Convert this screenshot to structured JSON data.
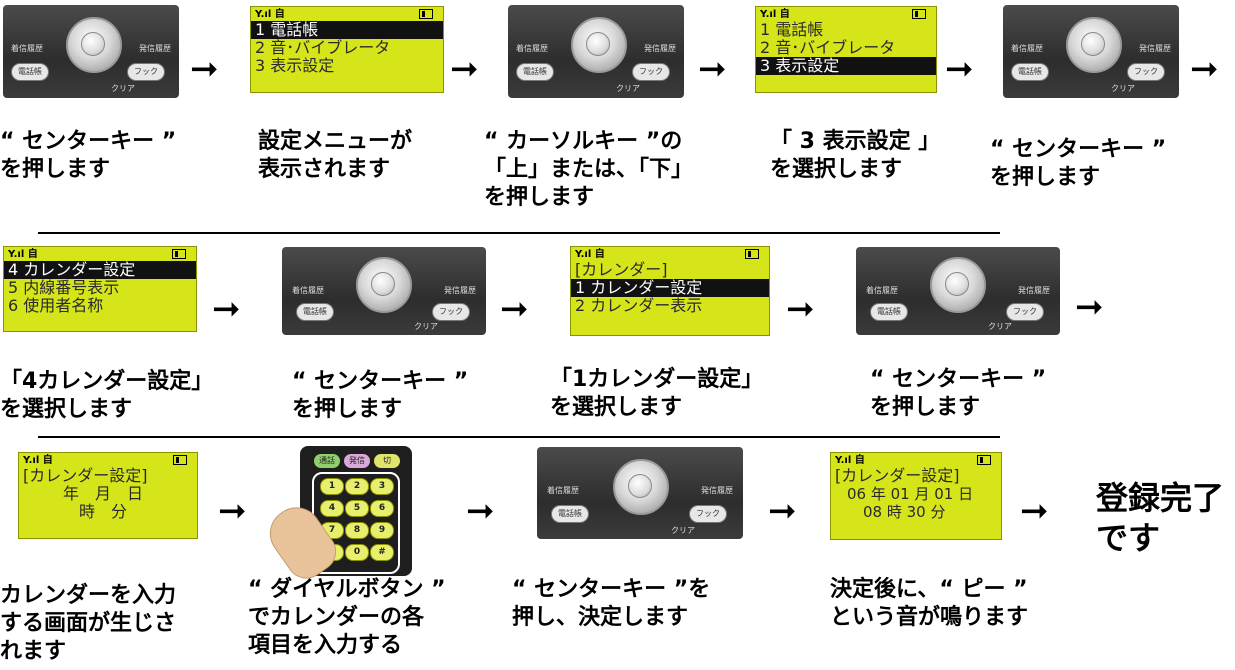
{
  "status_icons": {
    "signal": "Y.ıl 自",
    "battery": "battery-icon"
  },
  "screens": {
    "menu1": [
      "1 電話帳",
      "2 音･バイブレータ",
      "3 表示設定"
    ],
    "menu2": [
      "4 カレンダー設定",
      "5 内線番号表示",
      "6 使用者名称"
    ],
    "calendar_menu": [
      "[カレンダー]",
      "1 カレンダー設定",
      "2 カレンダー表示"
    ],
    "calendar_input": {
      "header": "[カレンダー設定]",
      "line1": "年　月　日",
      "line2": "時　分"
    },
    "calendar_done": {
      "header": "[カレンダー設定]",
      "line1": "06 年 01 月 01 日",
      "line2": "08 時 30 分"
    }
  },
  "phone_labels": {
    "left": "着信履歴",
    "right": "発信履歴",
    "phonebook": "電話帳",
    "hook": "フック",
    "clear": "クリア"
  },
  "dialpad": {
    "top_keys": [
      "通話",
      "発信",
      "切"
    ],
    "keys": [
      "1",
      "2",
      "3",
      "4",
      "5",
      "6",
      "7",
      "8",
      "9",
      "*",
      "0",
      "#"
    ]
  },
  "arrow_symbol": "➞",
  "captions": {
    "row1": [
      [
        "“ センターキー ”",
        "を押します"
      ],
      [
        "設定メニューが",
        "表示されます"
      ],
      [
        "“ カーソルキー ”の",
        "「上」または、「下」",
        "を押します"
      ],
      [
        "「 3 表示設定 」",
        "を選択します"
      ],
      [
        "“ センターキー ”",
        "を押します"
      ]
    ],
    "row2": [
      [
        "「4カレンダー設定」",
        "を選択します"
      ],
      [
        "“ センターキー ”",
        "を押します"
      ],
      [
        "「1カレンダー設定」",
        "を選択します"
      ],
      [
        "“ センターキー ”",
        "を押します"
      ]
    ],
    "row3": [
      [
        "カレンダーを入力",
        "する画面が生じさ",
        "れます"
      ],
      [
        "“ ダイヤルボタン ”",
        "でカレンダーの各",
        "項目を入力する"
      ],
      [
        "“ センターキー ”を",
        "押し、決定します"
      ],
      [
        "決定後に、“ ピー ”",
        "という音が鳴ります"
      ]
    ]
  },
  "done_text": [
    "登録完了",
    "です"
  ]
}
